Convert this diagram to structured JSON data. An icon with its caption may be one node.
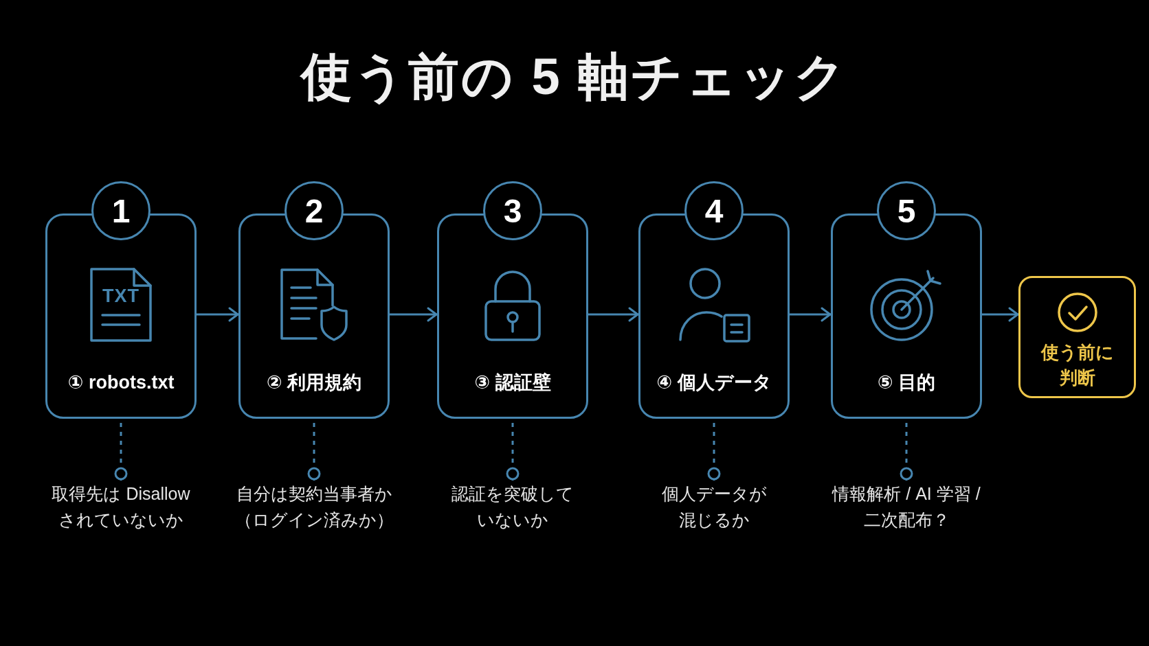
{
  "diagram": {
    "title": "使う前の 5 軸チェック",
    "nodes": [
      {
        "text": [
          "1"
        ]
      },
      {
        "text": [
          "① robots.txt"
        ]
      },
      {
        "text": [
          "2"
        ]
      },
      {
        "text": [
          "② 利用規約"
        ]
      },
      {
        "text": [
          "3"
        ]
      },
      {
        "text": [
          "③ 認証壁"
        ]
      },
      {
        "text": [
          "4"
        ]
      },
      {
        "text": [
          "④ 個人データ"
        ]
      },
      {
        "text": [
          "5"
        ]
      },
      {
        "text": [
          "⑤ 目的"
        ]
      },
      {
        "text": [
          "使う前に判断"
        ]
      },
      {
        "text": [
          "取得先は Disallow されていないか"
        ]
      },
      {
        "text": [
          "自分は契約当事者か（ログイン済みか）"
        ]
      },
      {
        "text": [
          "認証を突破していないか"
        ]
      },
      {
        "text": [
          "個人データが混じるか"
        ]
      },
      {
        "text": [
          "情報解析 / AI 学習 / 二次配布？"
        ]
      }
    ],
    "edges": [
      {
        "from": 1,
        "to": 3,
        "arrow": "to"
      },
      {
        "from": 3,
        "to": 5,
        "arrow": "to"
      },
      {
        "from": 5,
        "to": 7,
        "arrow": "to"
      },
      {
        "from": 7,
        "to": 9,
        "arrow": "to"
      },
      {
        "from": 9,
        "to": 10,
        "arrow": "to"
      },
      {
        "from": 11,
        "to": 1,
        "arrow": "other",
        "style": "dashed"
      },
      {
        "from": 12,
        "to": 3,
        "arrow": "other",
        "style": "dashed"
      },
      {
        "from": 13,
        "to": 5,
        "arrow": "other",
        "style": "dashed"
      },
      {
        "from": 14,
        "to": 7,
        "arrow": "other",
        "style": "dashed"
      },
      {
        "from": 15,
        "to": 9,
        "arrow": "other",
        "style": "dashed"
      }
    ],
    "labels": [
      "TXT"
    ]
  }
}
